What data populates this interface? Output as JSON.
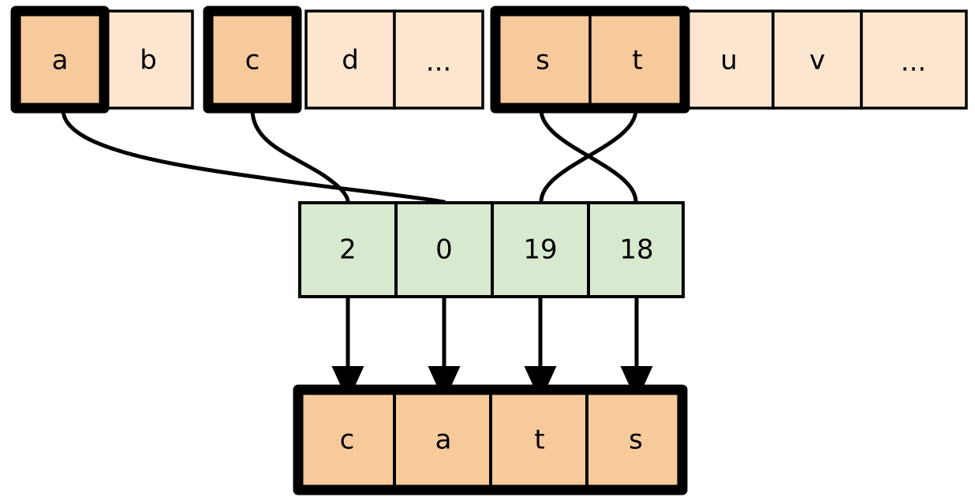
{
  "diagram": {
    "type": "index-lookup-diagram",
    "colors": {
      "highlight_fill": "#f7ca9c",
      "plain_fill": "#fce6d0",
      "index_fill": "#d8e9d0",
      "stroke": "#000000",
      "background": "#ffffff"
    },
    "alphabet_row": {
      "name": "alphabet-row",
      "cells": [
        {
          "label": "a",
          "highlighted": true,
          "index": 0
        },
        {
          "label": "b",
          "highlighted": false,
          "index": 1
        },
        {
          "label": "c",
          "highlighted": true,
          "index": 2
        },
        {
          "label": "d",
          "highlighted": false,
          "index": 3
        },
        {
          "label": "...",
          "highlighted": false,
          "index": 4
        },
        {
          "label": "s",
          "highlighted": true,
          "index": 5
        },
        {
          "label": "t",
          "highlighted": true,
          "index": 6
        },
        {
          "label": "u",
          "highlighted": false,
          "index": 7
        },
        {
          "label": "v",
          "highlighted": false,
          "index": 8
        },
        {
          "label": "...",
          "highlighted": false,
          "index": 9
        }
      ]
    },
    "index_row": {
      "name": "index-row",
      "cells": [
        {
          "label": "2",
          "index": 0
        },
        {
          "label": "0",
          "index": 1
        },
        {
          "label": "19",
          "index": 2
        },
        {
          "label": "18",
          "index": 3
        }
      ]
    },
    "output_row": {
      "name": "output-row",
      "cells": [
        {
          "label": "c",
          "index": 0
        },
        {
          "label": "a",
          "index": 1
        },
        {
          "label": "t",
          "index": 2
        },
        {
          "label": "s",
          "index": 3
        }
      ]
    },
    "connections": {
      "curves": [
        {
          "from_letter": "a",
          "to_value": "0",
          "style": "curve"
        },
        {
          "from_letter": "c",
          "to_value": "2",
          "style": "curve"
        },
        {
          "from_letter": "s",
          "to_value": "18",
          "style": "curve"
        },
        {
          "from_letter": "t",
          "to_value": "19",
          "style": "curve"
        }
      ],
      "arrows": [
        {
          "from_value": "2",
          "to_letter": "c",
          "style": "arrow"
        },
        {
          "from_value": "0",
          "to_letter": "a",
          "style": "arrow"
        },
        {
          "from_value": "19",
          "to_letter": "t",
          "style": "arrow"
        },
        {
          "from_value": "18",
          "to_letter": "s",
          "style": "arrow"
        }
      ]
    }
  }
}
